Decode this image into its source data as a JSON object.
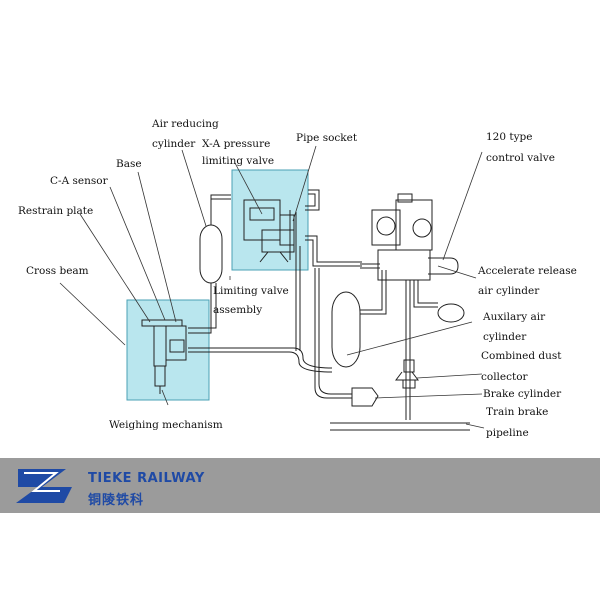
{
  "labels": {
    "air_reducing": [
      "Air reducing",
      "cylinder"
    ],
    "xa_pressure": [
      "X-A pressure",
      "limiting valve"
    ],
    "pipe_socket": "Pipe socket",
    "type120": [
      "120 type",
      "control valve"
    ],
    "base": "Base",
    "ca_sensor": "C-A sensor",
    "restrain_plate": "Restrain plate",
    "cross_beam": "Cross beam",
    "limiting_valve_assembly": [
      "Limiting valve",
      "assembly"
    ],
    "accelerate_release": [
      "Accelerate release",
      "air cylinder"
    ],
    "auxiliary_air": [
      "Auxilary air",
      "cylinder"
    ],
    "combined_dust": [
      "Combined dust",
      "collector"
    ],
    "brake_cylinder": "Brake cylinder",
    "train_brake": [
      "Train brake",
      "pipeline"
    ],
    "weighing_mechanism": "Weighing mechanism"
  },
  "brand": {
    "name_en": "TIEKE RAILWAY",
    "name_cn": "铜陵铁科",
    "color": "#1f4aa5",
    "banner_color": "#9b9b9b"
  },
  "colors": {
    "highlight_fill": "#b9e6ee",
    "highlight_stroke": "#4aa0b4"
  }
}
